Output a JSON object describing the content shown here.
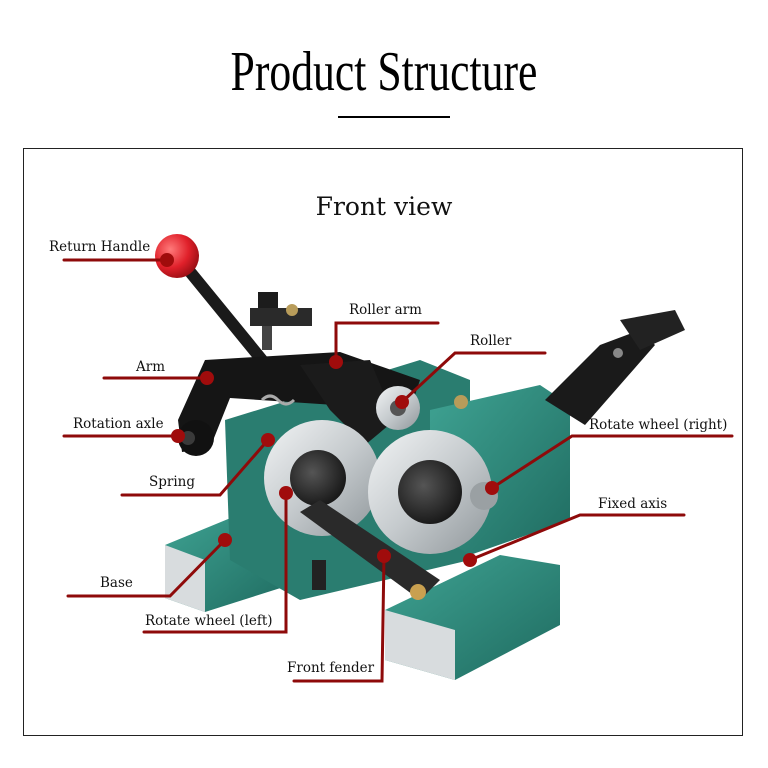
{
  "page": {
    "title": "Product Structure",
    "subtitle": "Front view"
  },
  "labels": {
    "return_handle": "Return Handle",
    "roller_arm": "Roller arm",
    "roller": "Roller",
    "arm": "Arm",
    "rotation_axle": "Rotation axle",
    "rotate_wheel_right": "Rotate wheel (right)",
    "spring": "Spring",
    "fixed_axis": "Fixed axis",
    "base": "Base",
    "rotate_wheel_left": "Rotate wheel (left)",
    "front_fender": "Front fender"
  },
  "colors": {
    "leader": "#8e0a0a",
    "machine_green": "#2f8a7c",
    "knob_red": "#e0202a",
    "steel": "#cfd3d6"
  }
}
